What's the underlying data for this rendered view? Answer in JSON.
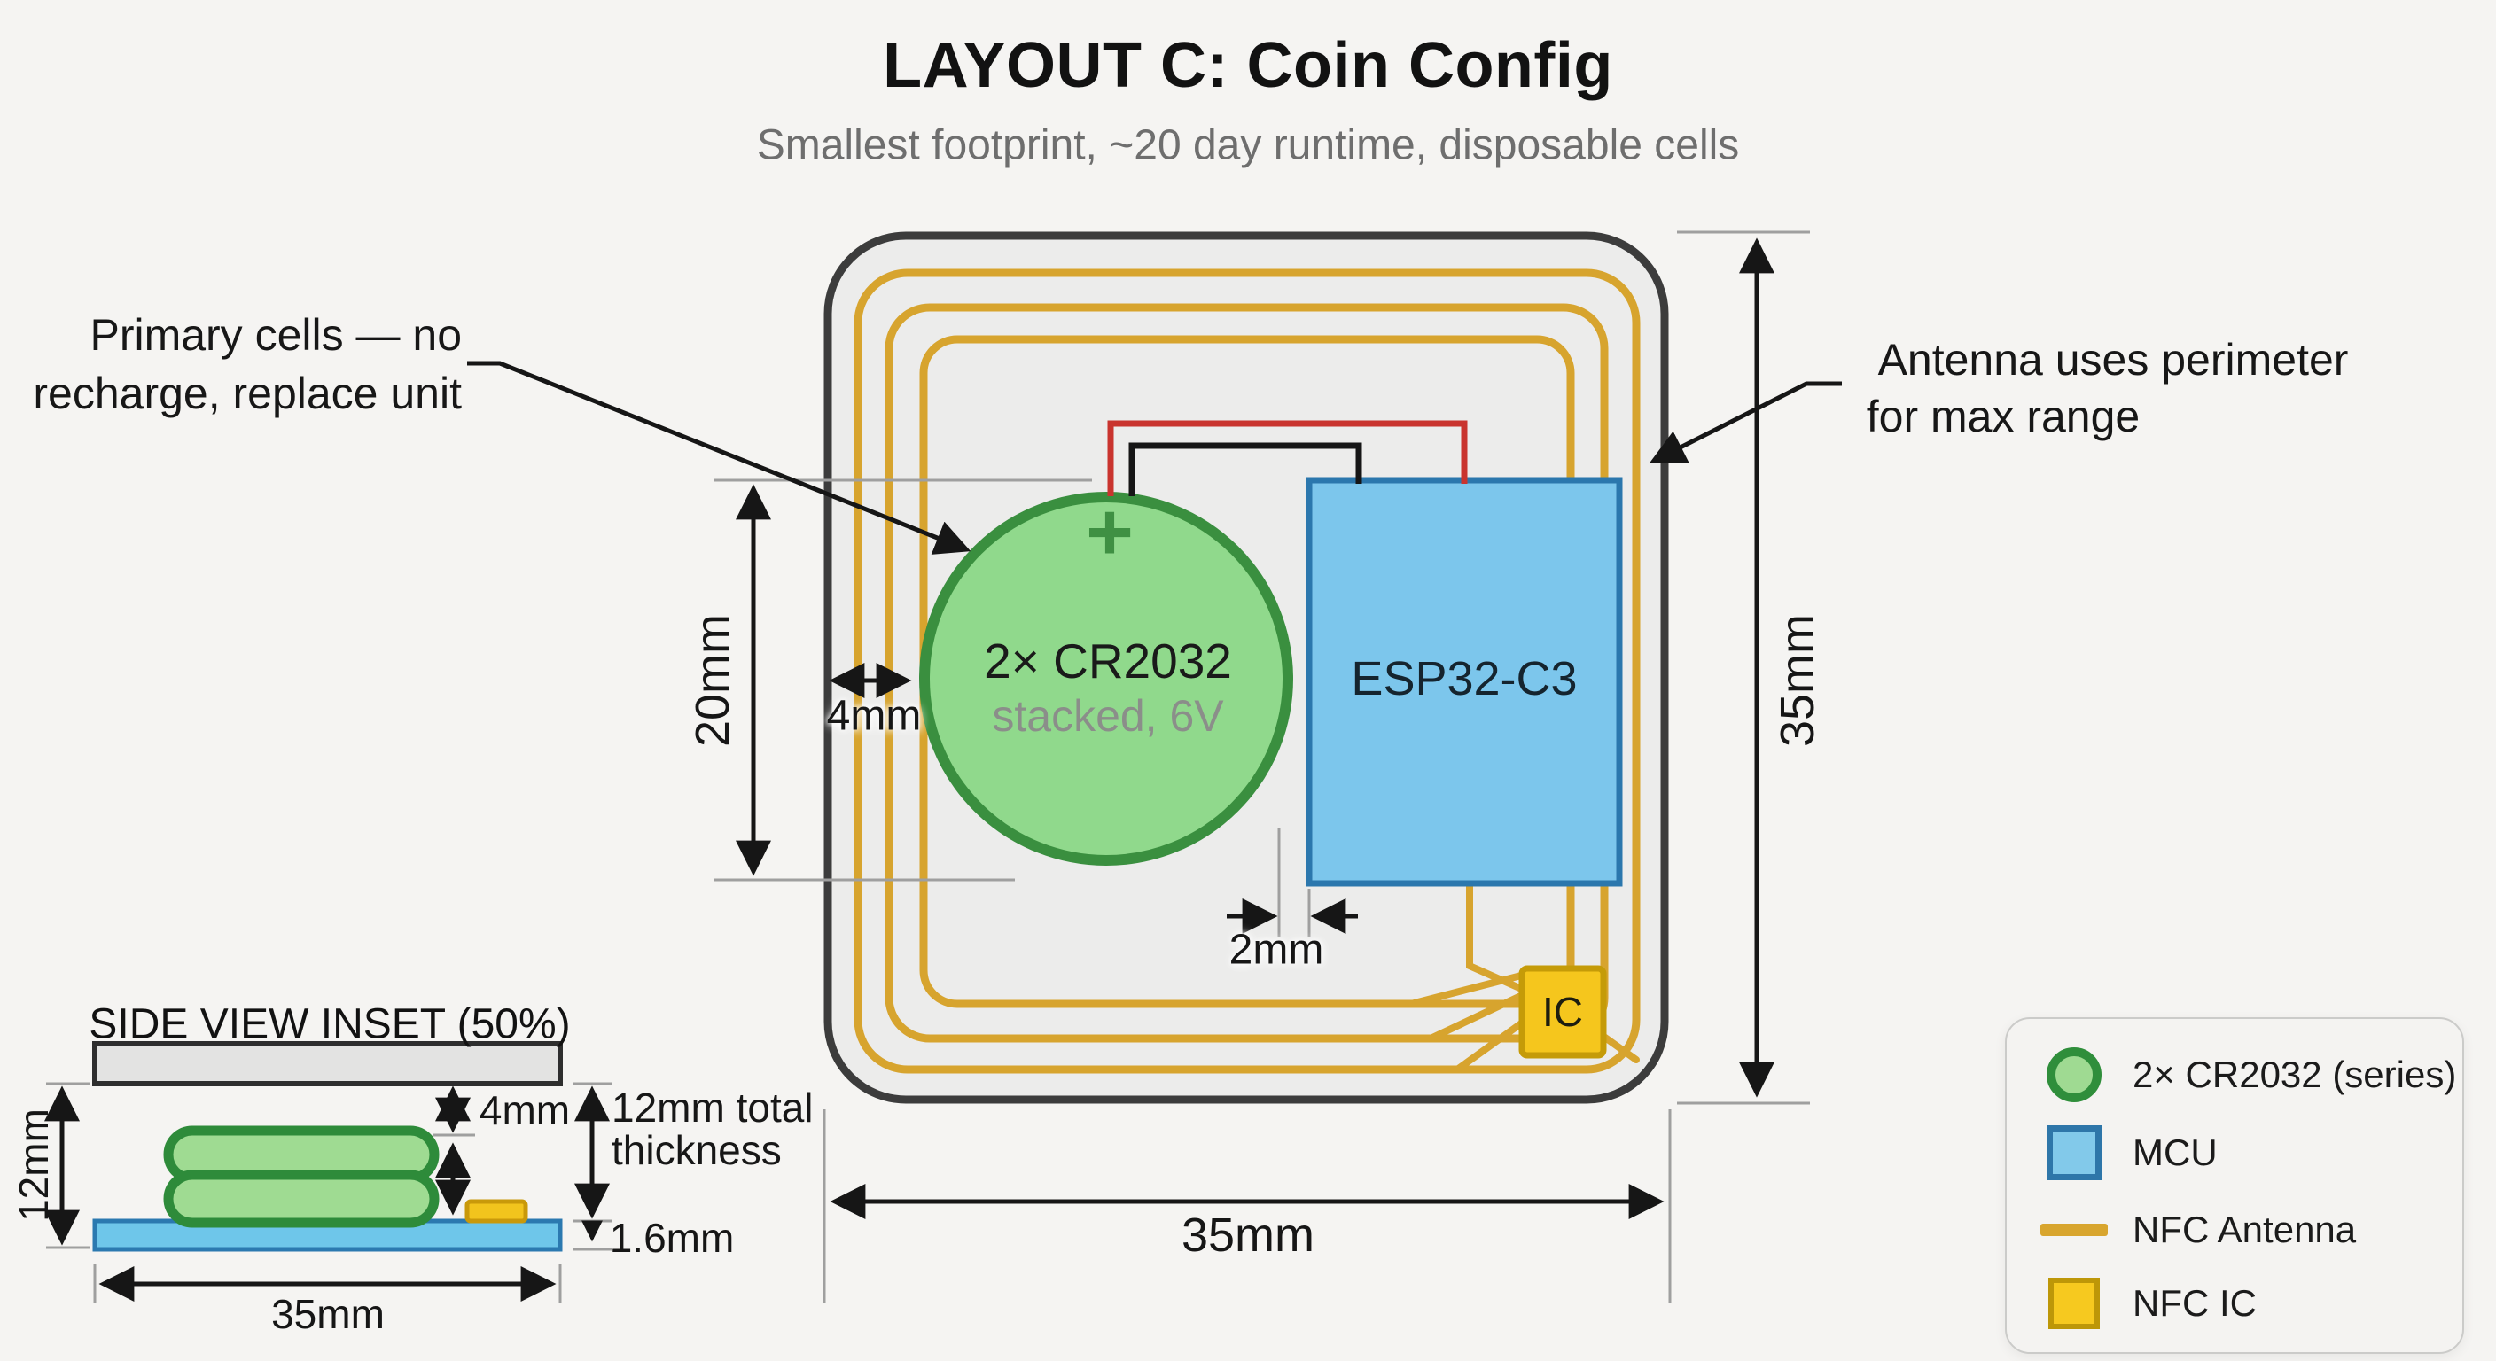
{
  "header": {
    "title": "LAYOUT C: Coin Config",
    "subtitle": "Smallest footprint, ~20 day runtime, disposable cells"
  },
  "annotations": {
    "primary_cells_line1": "Primary cells — no",
    "primary_cells_line2": "recharge, replace unit",
    "antenna_line1": "Antenna uses perimeter",
    "antenna_line2": "for max range"
  },
  "board": {
    "battery_label": "2× CR2032",
    "battery_sublabel": "stacked, 6V",
    "battery_polarity": "+",
    "mcu_label": "ESP32-C3",
    "nfc_ic_label": "IC"
  },
  "dimensions": {
    "battery_diameter": "20mm",
    "edge_clearance": "4mm",
    "battery_mcu_gap": "2mm",
    "board_width": "35mm",
    "board_height": "35mm"
  },
  "side_view": {
    "title": "SIDE VIEW INSET (50%)",
    "stack_height": "12mm",
    "lid_gap": "4mm",
    "total_thickness": "12mm total thickness",
    "pcb_thickness": "1.6mm",
    "width": "35mm"
  },
  "legend": {
    "items": [
      {
        "label": "2× CR2032 (series)",
        "swatch": "battery-circle"
      },
      {
        "label": "MCU",
        "swatch": "mcu-square"
      },
      {
        "label": "NFC Antenna",
        "swatch": "antenna-line"
      },
      {
        "label": "NFC IC",
        "swatch": "nfc-ic-square"
      }
    ]
  },
  "colors": {
    "battery_fill": "#90d98c",
    "battery_stroke": "#3a8f3f",
    "mcu_fill": "#7cc6ec",
    "mcu_stroke": "#2b77ad",
    "antenna": "#d7a42e",
    "nfc_ic_fill": "#f5c61d",
    "nfc_ic_stroke": "#c59b08",
    "wire_positive": "#c9342e",
    "wire_negative": "#161616",
    "board_fill": "#ececeb",
    "board_stroke": "#3c3c3c"
  }
}
